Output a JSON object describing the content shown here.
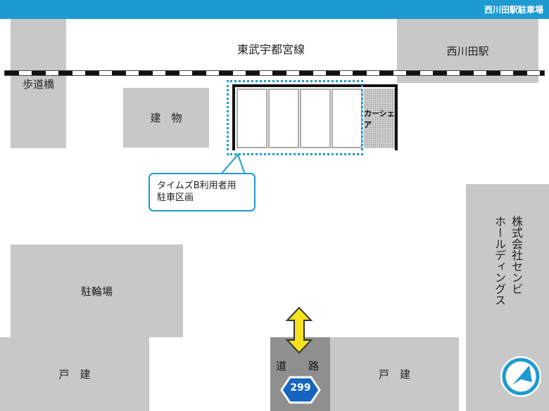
{
  "header": {
    "title": "西川田駅駐車場"
  },
  "map": {
    "rail_line": "東武宇都宮線",
    "station": "西川田駅",
    "footbridge": "歩道橋",
    "building": "建　物",
    "carshare": "カーシェア",
    "callout": {
      "line1": "タイムズB利用者用",
      "line2": "駐車区画"
    },
    "bicycle_parking": "駐輪場",
    "company": {
      "line1": "株式会社センビ",
      "line2": "ホールディングス"
    },
    "house_left": "戸　建",
    "house_right": "戸　建",
    "road": "道　路",
    "route_number": "299"
  },
  "colors": {
    "accent": "#1d9bd1",
    "block": "#c8c8c8",
    "road": "#8f8f8f",
    "arrow": "#f5e11e"
  },
  "icons": {
    "compass": "compass-north-icon",
    "arrow": "double-arrow-icon"
  }
}
